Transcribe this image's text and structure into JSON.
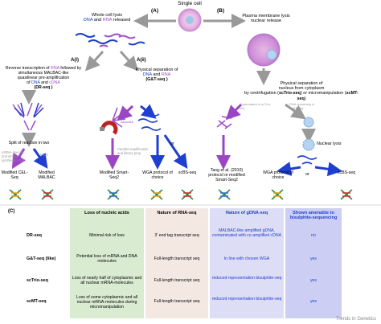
{
  "top": {
    "single_cell": "Single cell",
    "branch_a": "(A)",
    "branch_b": "(B)",
    "whole_lysis_line1": "Whole cell lysis",
    "dna": "DNA",
    "and": "and",
    "rna": "RNA",
    "released": "released",
    "plasma_line1": "Plasma membrane lysis",
    "plasma_line2": "nuclear release"
  },
  "a_i": {
    "label": "A(i)",
    "text1": "Reverse transcription of",
    "rna": "RNA",
    "text2": "followed by",
    "text3": "simultaneous MALBAC-like",
    "text4": "quasilinear pre-amplification",
    "text5": "of",
    "dna": "DNA",
    "and": "and",
    "cdna": "cDNA",
    "method": "(DR-seq )",
    "split": "Split of reaction in two",
    "mrna_specific": "mRNA-specific 2nd strand synthesis + IVT",
    "pcr": "PCR",
    "out1": "Modified CEL-Seq",
    "out2": "Modified MALBAC"
  },
  "a_ii": {
    "label": "A(ii)",
    "text1": "Physical separation of",
    "dna": "DNA",
    "and": "and",
    "rna": "RNA",
    "method": "(G&T-seq )",
    "polya": "AAAAAA",
    "parallel": "Parallel amplification and library prep",
    "or": "or",
    "out1": "Modified Smart-Seq2",
    "out2": "WGA protocol of choice",
    "out3": "scBS-seq"
  },
  "b": {
    "text1": "Physical separation of",
    "text2": "nucleus from cytoplasm",
    "text3": "by centrifugation (",
    "m1": "scTrio-seq",
    "text4": ") or micromanipulation (",
    "m2": "scMT-seq",
    "text5": ")",
    "supernatant": "Supernatant in scTrio-seq",
    "remaining": "RNA remaining in scMT-seq",
    "nuclear_lysis": "Nuclear lysis",
    "out1": "Tang et al. (2010) protocol or modified Smart-Seq2",
    "or": "or",
    "out2": "WGA protocol of choice",
    "out3": "scBS-seq"
  },
  "table": {
    "label": "(C)",
    "headers": [
      "Loss of nucleic acids",
      "Nature of RNA-seq",
      "Nature of gDNA-seq",
      "Shown amenable to bisulphite-sequencing"
    ],
    "rows": [
      {
        "name": "DR-seq",
        "c1": "Minimal risk of loss",
        "c2": "3’ end tag transcript seq",
        "c3": "MALBAC-like amplified gDNA, contaminated with co-amplified cDNA",
        "c4": "no"
      },
      {
        "name": "G&T-seq (like)",
        "c1": "Potential loss of mRNA and DNA molecules",
        "c2": "Full-length transcript seq",
        "c3": "In line with chosen WGA",
        "c4": "yes"
      },
      {
        "name": "scTrio-seq",
        "c1": "Loss of nearly half of cytoplasmic and all nuclear mRNA-molecules",
        "c2": "Full-length transcript seq",
        "c3": "reduced representation bisulphite-seq",
        "c4": "yes"
      },
      {
        "name": "scMT-seq",
        "c1": "Loss of some cytoplasmic and all nuclear mRNA-molecules during micromanipulation",
        "c2": "Full-length transcript seq",
        "c3": "reduced representation bisulphite-seq",
        "c4": "yes"
      }
    ],
    "colors": [
      "#d9ecd2",
      "#f4e9e2",
      "#ddddf6",
      "#cccff3"
    ]
  },
  "watermark": "Trends in Genetics"
}
